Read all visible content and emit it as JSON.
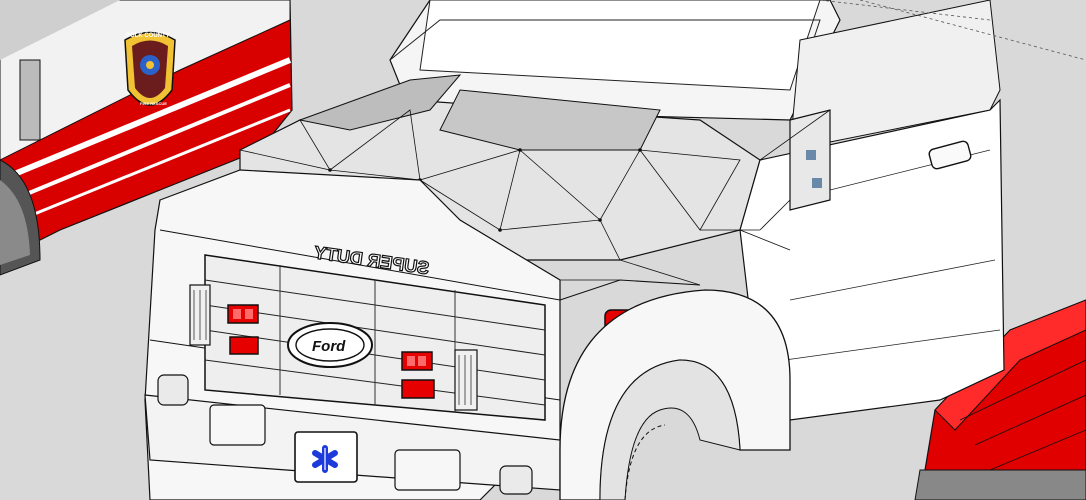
{
  "viewport": {
    "label": "SketchUp 3D viewport"
  },
  "model": {
    "truck_grille_text": "SUPER DUTY",
    "truck_badge_text": "Ford",
    "left_vehicle_badge_text": "POLK COUNTY",
    "left_vehicle_badge_subtext": "FIRE RESCUE"
  },
  "colors": {
    "background": "#d9d9d9",
    "ground_grey": "#cfcfcf",
    "truck_fill": "#ffffff",
    "truck_shade": "#bdbdbd",
    "accent_red": "#e60000",
    "dark_red": "#b30000",
    "star_of_life_blue": "#1d3bdb",
    "line_black": "#111111"
  },
  "icons": {
    "grille_emblem": "ford-oval-icon",
    "plate_emblem": "star-of-life-icon",
    "door_emblem": "fire-department-badge-icon"
  }
}
